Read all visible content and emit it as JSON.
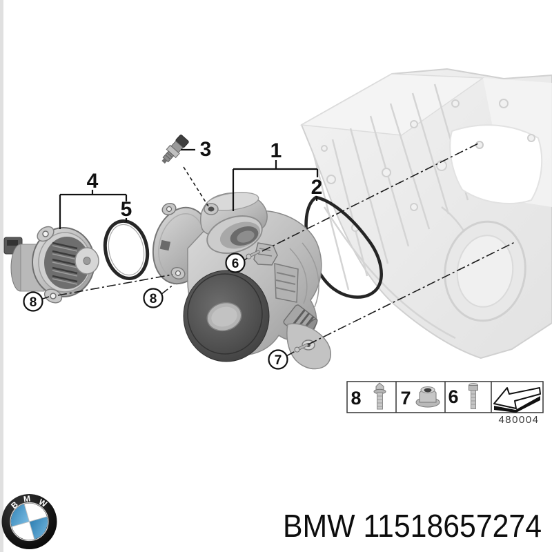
{
  "image": {
    "description": "BMW parts catalog exploded diagram of water pump with thermostat and mounting hardware",
    "background": "#ffffff"
  },
  "callouts": {
    "c1": "1",
    "c2": "2",
    "c3": "3",
    "c4": "4",
    "c5": "5",
    "c6": "6",
    "c7": "7",
    "c8": "8"
  },
  "legend": {
    "cells": [
      {
        "label": "8",
        "icon": "hex-flange-bolt"
      },
      {
        "label": "7",
        "icon": "flange-nut"
      },
      {
        "label": "6",
        "icon": "socket-head-bolt"
      },
      {
        "label": "",
        "icon": "direction-arrow"
      }
    ],
    "figure_number": "480004"
  },
  "footer": {
    "logo_letters": [
      "B",
      "M",
      "W"
    ],
    "part_label": "BMW 11518657274"
  },
  "colors": {
    "line": "#1a1a1a",
    "block_fill": "#ededed",
    "block_stroke": "#d2d2d2",
    "metal_light": "#dedede",
    "metal_mid": "#b5b5b5",
    "metal_dark": "#7d7d7d",
    "pulley": "#4b4b4b",
    "bmw_blue": "#4191c5",
    "logo_ring": "#141414"
  }
}
